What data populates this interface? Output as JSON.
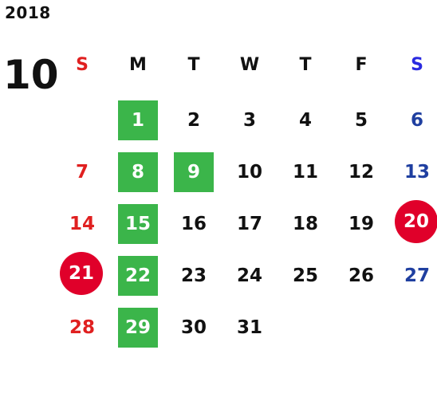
{
  "year": "2018",
  "month": "10",
  "weekdays": [
    "S",
    "M",
    "T",
    "W",
    "T",
    "F",
    "S"
  ],
  "weeks": [
    [
      "",
      "1",
      "2",
      "3",
      "4",
      "5",
      "6"
    ],
    [
      "7",
      "8",
      "9",
      "10",
      "11",
      "12",
      "13"
    ],
    [
      "14",
      "15",
      "16",
      "17",
      "18",
      "19",
      "20"
    ],
    [
      "21",
      "22",
      "23",
      "24",
      "25",
      "26",
      "27"
    ],
    [
      "28",
      "29",
      "30",
      "31",
      "",
      "",
      ""
    ]
  ],
  "highlighted_green": [
    "1",
    "8",
    "9",
    "15",
    "22",
    "29"
  ],
  "circled_red": [
    "20",
    "21"
  ],
  "colors": {
    "sunday": "#e02020",
    "saturday": "#1f3fa0",
    "saturday_header": "#2a2ae0",
    "highlight_green": "#3bb54a",
    "holiday_circle": "#e0002a"
  }
}
